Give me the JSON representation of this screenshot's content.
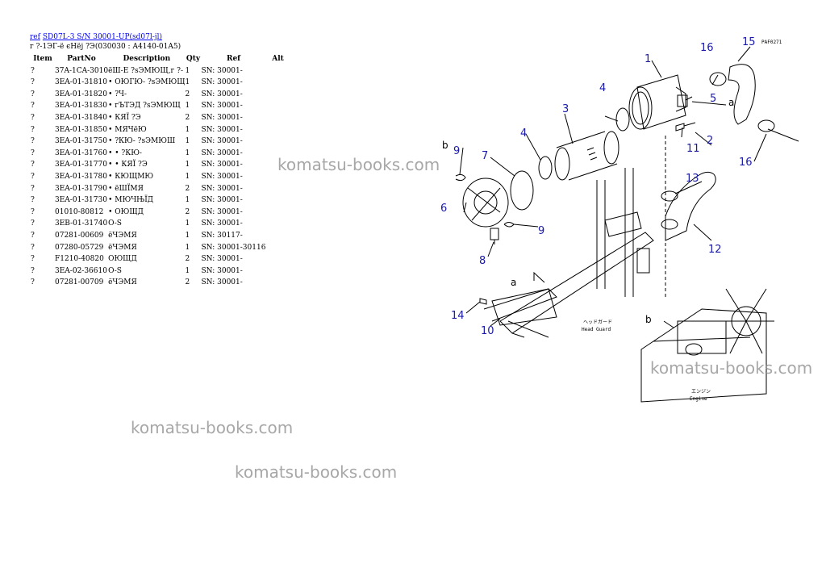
{
  "header": {
    "link1": "ref",
    "link2": "SD07L-3 S/N 30001-UP(sd07l-jl)",
    "subtitle": "г ?-1ЭГ-ё єНёј ?Э(030030 : A4140-01A5)"
  },
  "table": {
    "headers": [
      "Item",
      "PartNo",
      "Description",
      "Qty",
      "Ref",
      "Alt"
    ],
    "rows": [
      [
        "?",
        "37A-1CA-3010",
        "ёШ-Е ?sЭМЮЩ,г ?-",
        "1",
        "SN: 30001-"
      ],
      [
        "?",
        "3EA-01-31810",
        "• ОЮГЮ- ?sЭМЮЩ",
        "1",
        "SN: 30001-"
      ],
      [
        "?",
        "3EA-01-31820",
        "• ?Ч-",
        "2",
        "SN: 30001-"
      ],
      [
        "?",
        "3EA-01-31830",
        "• гЪТЭД ?sЭМЮЩ",
        "1",
        "SN: 30001-"
      ],
      [
        "?",
        "3EA-01-31840",
        "• КЯЇ ?Э",
        "2",
        "SN: 30001-"
      ],
      [
        "?",
        "3EA-01-31850",
        "• МЯЧёЮ",
        "1",
        "SN: 30001-"
      ],
      [
        "?",
        "3EA-01-31750",
        "• ?КЮ- ?sЭМЮШ",
        "1",
        "SN: 30001-"
      ],
      [
        "?",
        "3EA-01-31760",
        "• • ?КЮ-",
        "1",
        "SN: 30001-"
      ],
      [
        "?",
        "3EA-01-31770",
        "• • КЯЇ ?Э",
        "1",
        "SN: 30001-"
      ],
      [
        "?",
        "3EA-01-31780",
        "• КЮЩМЮ",
        "1",
        "SN: 30001-"
      ],
      [
        "?",
        "3EA-01-31790",
        "• ёШЇМЯ",
        "2",
        "SN: 30001-"
      ],
      [
        "?",
        "3EA-01-31730",
        "• МЮЧЊЇД",
        "1",
        "SN: 30001-"
      ],
      [
        "?",
        "01010-80812",
        "• ОЮЩД",
        "2",
        "SN: 30001-"
      ],
      [
        "?",
        "3EB-01-31740",
        "O-S",
        "1",
        "SN: 30001-"
      ],
      [
        "?",
        "07281-00609",
        "ёЧЭМЯ",
        "1",
        "SN: 30117-"
      ],
      [
        "?",
        "07280-05729",
        "ёЧЭМЯ",
        "1",
        "SN: 30001-30116"
      ],
      [
        "?",
        "F1210-40820",
        "ОЮЩД",
        "2",
        "SN: 30001-"
      ],
      [
        "?",
        "3EA-02-36610",
        "O-S",
        "1",
        "SN: 30001-"
      ],
      [
        "?",
        "07281-00709",
        "ёЧЭМЯ",
        "2",
        "SN: 30001-"
      ]
    ]
  },
  "watermark": "komatsu-books.com",
  "diagram": {
    "code": "PAF0271",
    "callouts": [
      "1",
      "2",
      "3",
      "4",
      "4",
      "5",
      "6",
      "7",
      "8",
      "9",
      "9",
      "10",
      "11",
      "12",
      "13",
      "14",
      "15",
      "16",
      "16"
    ],
    "letters": [
      "a",
      "a",
      "b",
      "b"
    ],
    "head_guard_jp": "ヘッドガード",
    "head_guard_en": "Head Guard",
    "engine_jp": "エンジン",
    "engine_en": "Engine"
  }
}
